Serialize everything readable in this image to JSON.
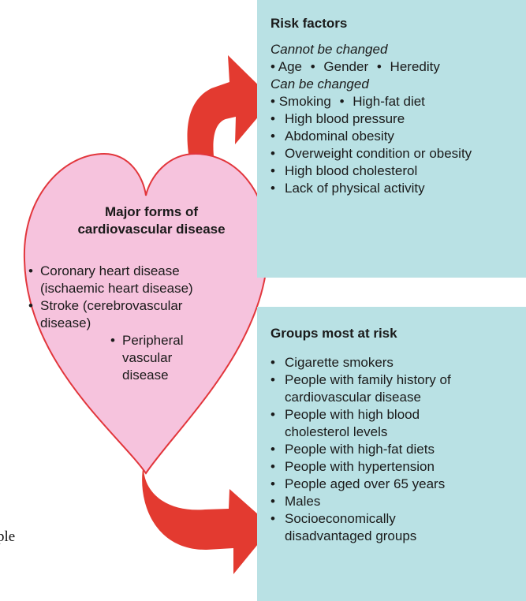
{
  "risk_box": {
    "title": "Risk factors",
    "cannot_label": "Cannot be changed",
    "cannot_items": [
      "Age",
      "Gender",
      "Heredity"
    ],
    "can_label": "Can be changed",
    "can_row": [
      "Smoking",
      "High-fat diet"
    ],
    "can_items": [
      "High blood pressure",
      "Abdominal obesity",
      "Overweight condition or obesity",
      "High blood cholesterol",
      "Lack of physical activity"
    ]
  },
  "heart": {
    "title_line1": "Major forms of",
    "title_line2": "cardiovascular disease",
    "items": [
      "Coronary heart disease (ischaemic heart disease)",
      "Stroke (cerebrovascular disease)",
      "Peripheral vascular disease"
    ]
  },
  "groups_box": {
    "title": "Groups most at risk",
    "items": [
      "Cigarette smokers",
      "People with family history of cardiovascular disease",
      "People with high blood cholesterol levels",
      "People with high-fat diets",
      "People with hypertension",
      "People aged over 65 years",
      "Males",
      "Socioeconomically disadvantaged groups"
    ]
  },
  "stray_text": "ple",
  "colors": {
    "box_fill": "#b9e1e4",
    "heart_fill": "#f6c3dd",
    "heart_stroke": "#e2363c",
    "arrow_fill": "#e33a30"
  }
}
